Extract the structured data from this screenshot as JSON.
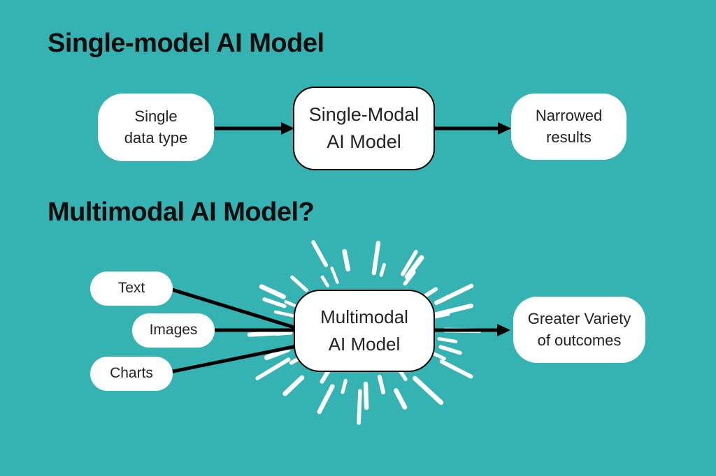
{
  "colors": {
    "background": "#35b2b2",
    "heading_ink": "#0d0d0d",
    "node_fill": "#ffffff",
    "node_ink": "#232323",
    "connector": "#000000",
    "sunburst": "#ffffff"
  },
  "section_single": {
    "heading": "Single-model AI Model",
    "source": {
      "line1": "Single",
      "line2": "data type"
    },
    "model": {
      "line1": "Single-Modal",
      "line2": "AI Model"
    },
    "result": {
      "line1": "Narrowed",
      "line2": "results"
    }
  },
  "section_multi": {
    "heading": "Multimodal AI Model?",
    "inputs": [
      {
        "label": "Text"
      },
      {
        "label": "Images"
      },
      {
        "label": "Charts"
      }
    ],
    "model": {
      "line1": "Multimodal",
      "line2": "AI Model"
    },
    "result": {
      "line1": "Greater Variety",
      "line2": "of outcomes"
    }
  }
}
